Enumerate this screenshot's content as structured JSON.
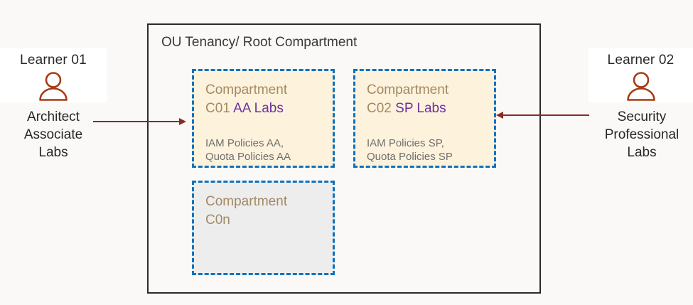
{
  "diagram": {
    "tenancy": {
      "title": "OU Tenancy/ Root Compartment"
    },
    "compartments": [
      {
        "id": "c01",
        "name": "Compartment",
        "code": "C01",
        "accent_label": "AA Labs",
        "policies": [
          "IAM Policies AA,",
          "Quota Policies AA"
        ],
        "fill": "#fdf2dc",
        "border": "#0d72be"
      },
      {
        "id": "c02",
        "name": "Compartment",
        "code": "C02",
        "accent_label": "SP Labs",
        "policies": [
          "IAM Policies SP,",
          "Quota Policies SP"
        ],
        "fill": "#fdf2dc",
        "border": "#0d72be"
      },
      {
        "id": "c0n",
        "name": "Compartment",
        "code": "C0n",
        "accent_label": "",
        "policies": [],
        "fill": "#ededed",
        "border": "#0d72be"
      }
    ],
    "learners": [
      {
        "id": "learner-01",
        "title": "Learner 01",
        "icon": "person-icon",
        "subtitle_lines": [
          "Architect",
          "Associate",
          "Labs"
        ]
      },
      {
        "id": "learner-02",
        "title": "Learner 02",
        "icon": "person-icon",
        "subtitle_lines": [
          "Security",
          "Professional",
          "Labs"
        ]
      }
    ],
    "arrows": [
      {
        "id": "arrow-left",
        "direction": "right",
        "color": "#8c2a22"
      },
      {
        "id": "arrow-right",
        "direction": "left",
        "color": "#8c2a22"
      }
    ],
    "colors": {
      "accent_purple": "#7030a0",
      "compartment_tan": "#a28a63",
      "compartment_fill": "#fdf2dc",
      "compartment_empty_fill": "#ededed",
      "dashed_blue": "#0d72be",
      "container_border": "#2b2b2b",
      "person_icon": "#a63c15",
      "arrow": "#8c2a22",
      "background": "#faf9f7"
    }
  }
}
